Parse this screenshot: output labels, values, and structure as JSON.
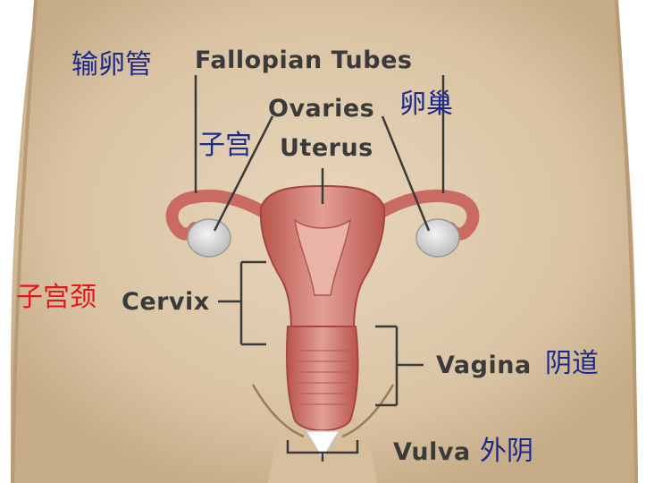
{
  "labels": {
    "fallopian_tubes": {
      "en": "Fallopian Tubes",
      "cn": "输卵管"
    },
    "ovaries": {
      "en": "Ovaries",
      "cn": "卵巢"
    },
    "uterus": {
      "en": "Uterus",
      "cn": "子宫"
    },
    "cervix": {
      "en": "Cervix",
      "cn": "子宫颈"
    },
    "vagina": {
      "en": "Vagina",
      "cn": "阴道"
    },
    "vulva": {
      "en": "Vulva",
      "cn": "外阴"
    }
  },
  "colors": {
    "cn_default": "#1c2a8c",
    "cn_highlight": "#e8141a",
    "skin": "#dcc7a9",
    "organ": "#c9736a",
    "line": "#3a3a3a"
  }
}
